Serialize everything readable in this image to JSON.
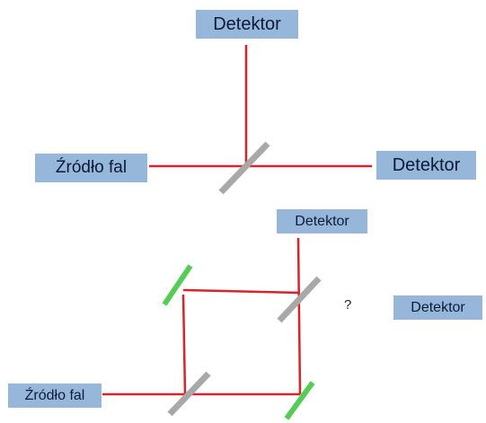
{
  "top_setup": {
    "detector_top": "Detektor",
    "source": "Źródło fal",
    "detector_right": "Detektor"
  },
  "bottom_setup": {
    "detector_top": "Detektor",
    "unknown_marker": "?",
    "detector_right": "Detektor",
    "source": "Źródło fal"
  },
  "colors": {
    "beam": "#d8232a",
    "beam_splitter": "#a8a8a8",
    "mirror": "#55cc55",
    "label_bg": "#96b7d9"
  }
}
